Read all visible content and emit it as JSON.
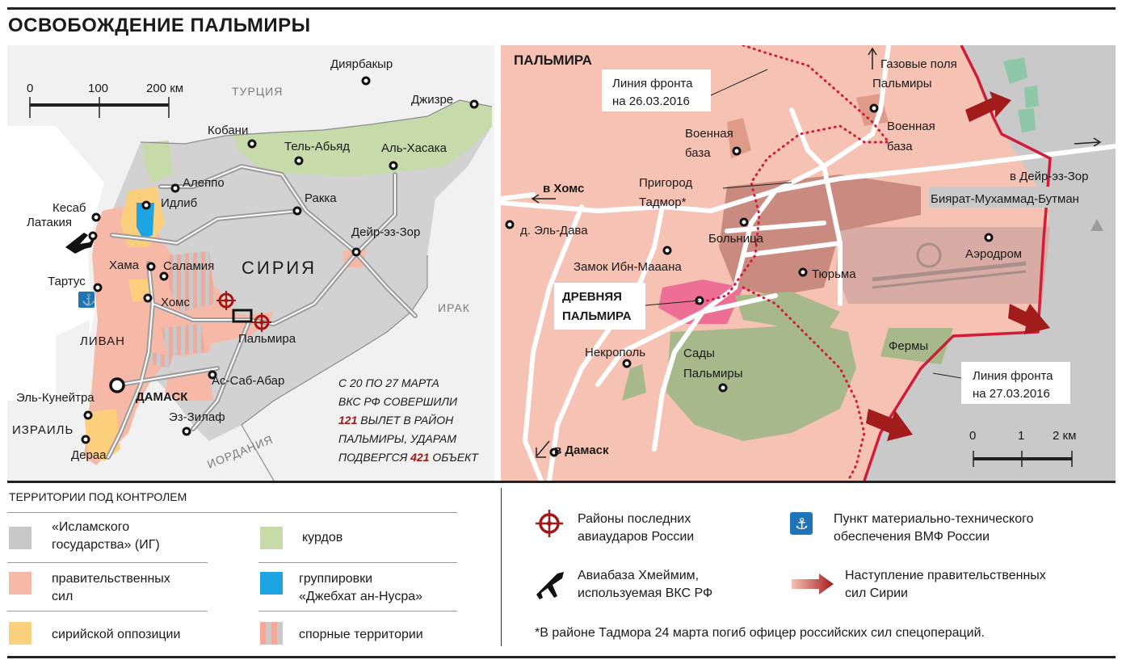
{
  "title": "ОСВОБОЖДЕНИЕ ПАЛЬМИРЫ",
  "syria_map": {
    "scale": {
      "t0": "0",
      "t1": "100",
      "t2": "200 км"
    },
    "countries": {
      "turkey": "ТУРЦИЯ",
      "syria": "СИРИЯ",
      "iraq": "ИРАК",
      "lebanon": "ЛИВАН",
      "israel": "ИЗРАИЛЬ",
      "jordan": "ИОРДАНИЯ"
    },
    "cities": {
      "diyarbakir": "Диярбакыр",
      "jizre": "Джизре",
      "kobani": "Кобани",
      "tel_abyad": "Тель-Абьяд",
      "al_hasaka": "Аль-Хасака",
      "aleppo": "Алеппо",
      "idlib": "Идлиб",
      "kesab": "Кесаб",
      "latakia": "Латакия",
      "raqqa": "Ракка",
      "deir": "Дейр-эз-Зор",
      "hama": "Хама",
      "salamia": "Саламия",
      "tartus": "Тартус",
      "homs": "Хомс",
      "palmyra": "Пальмира",
      "as_sab_abar": "Ас-Саб-Абар",
      "damascus": "ДАМАСК",
      "quneitra": "Эль-Кунейтра",
      "ez_zilaf": "Эз-Зилаф",
      "deraa": "Дераа"
    },
    "note": {
      "l1": "С 20 ПО 27 МАРТА",
      "l2": "ВКС РФ СОВЕРШИЛИ",
      "l3_num": "121",
      "l3_rest": " ВЫЛЕТ В РАЙОН",
      "l4": "ПАЛЬМИРЫ, УДАРАМ",
      "l5_pre": "ПОДВЕРГСЯ ",
      "l5_num": "421",
      "l5_rest": " ОБЪЕКТ"
    }
  },
  "palmyra_map": {
    "title": "ПАЛЬМИРА",
    "front_26": {
      "l1": "Линия фронта",
      "l2": "на 26.03.2016"
    },
    "front_27": {
      "l1": "Линия фронта",
      "l2": "на 27.03.2016"
    },
    "places": {
      "gas_fields_l1": "Газовые поля",
      "gas_fields_l2": "Пальмиры",
      "mil_base_n_l1": "Военная",
      "mil_base_n_l2": "база",
      "mil_base_w_l1": "Военная",
      "mil_base_w_l2": "база",
      "to_homs": "в Хомс",
      "to_deir": "в Дейр-эз-Зор",
      "to_damascus": "в Дамаск",
      "suburb_l1": "Пригород",
      "suburb_l2": "Тадмор*",
      "el_dawa": "д. Эль-Дава",
      "hospital": "Больница",
      "castle": "Замок Ибн-Мааана",
      "prison": "Тюрьма",
      "airport": "Аэродром",
      "biyarat": "Бияр­ат-Мухаммад-Бутман",
      "ancient_l1": "ДРЕВНЯЯ",
      "ancient_l2": "ПАЛЬМИРА",
      "necropolis": "Некрополь",
      "gardens_l1": "Сады",
      "gardens_l2": "Пальмиры",
      "farms": "Фермы"
    },
    "scale": {
      "t0": "0",
      "t1": "1",
      "t2": "2 км"
    }
  },
  "legend": {
    "heading": "ТЕРРИТОРИИ ПОД КОНТРОЛЕМ",
    "is_l1": "«Исламского",
    "is_l2": "государства» (ИГ)",
    "gov_l1": "правительственных",
    "gov_l2": "сил",
    "opp": "сирийской оппозиции",
    "kurds": "курдов",
    "nusra_l1": "группировки",
    "nusra_l2": "«Джебхат ан-Нусра»",
    "disputed": "спорные территории",
    "strikes_l1": "Районы последних",
    "strikes_l2": "авиаударов России",
    "airbase_l1": "Авиабаза Хмеймим,",
    "airbase_l2": "используемая ВКС РФ",
    "naval_l1": "Пункт материально-технического",
    "naval_l2": "обеспечения  ВМФ России",
    "advance_l1": "Наступление правительственных",
    "advance_l2": "сил Сирии",
    "footnote": "*В районе Тадмора 24 марта погиб офицер российских сил спецопераций."
  },
  "colors": {
    "is": "#c8c8c8",
    "gov": "#f7b9a7",
    "opp": "#fbcf7c",
    "kurds": "#c6dba9",
    "nusra": "#1ca4e3",
    "ancient": "#ee6f96",
    "front": "#cf1d3a",
    "arrow": "#a31c1c"
  }
}
